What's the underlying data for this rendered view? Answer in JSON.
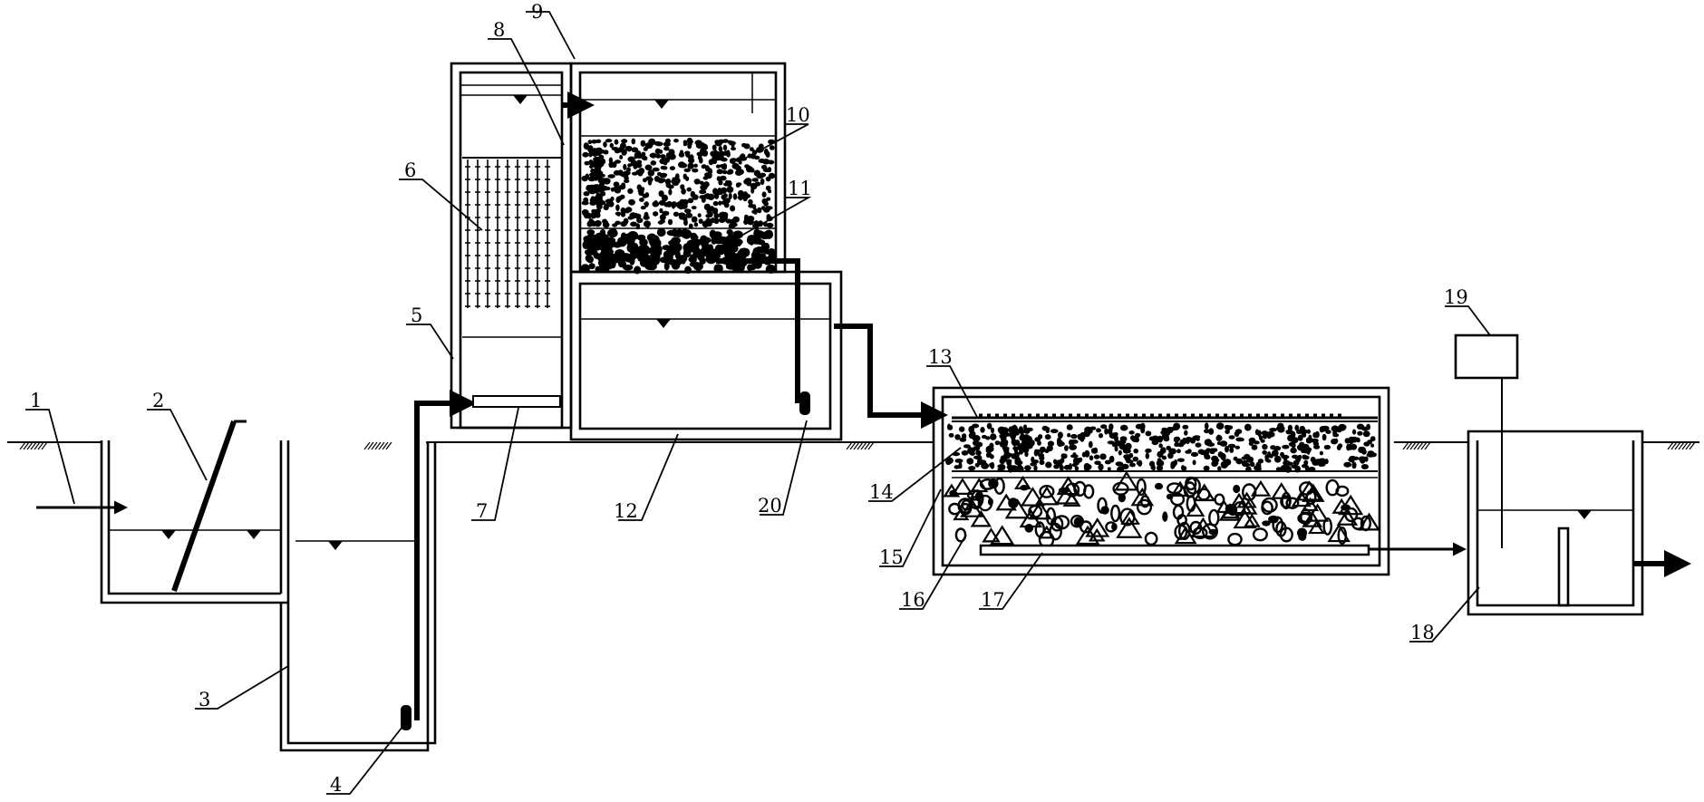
{
  "diagram": {
    "labels": [
      "1",
      "2",
      "3",
      "4",
      "5",
      "6",
      "7",
      "8",
      "9",
      "10",
      "11",
      "12",
      "13",
      "14",
      "15",
      "16",
      "17",
      "18",
      "19",
      "20"
    ]
  },
  "colors": {
    "ink": "#000000",
    "background": "#ffffff"
  }
}
